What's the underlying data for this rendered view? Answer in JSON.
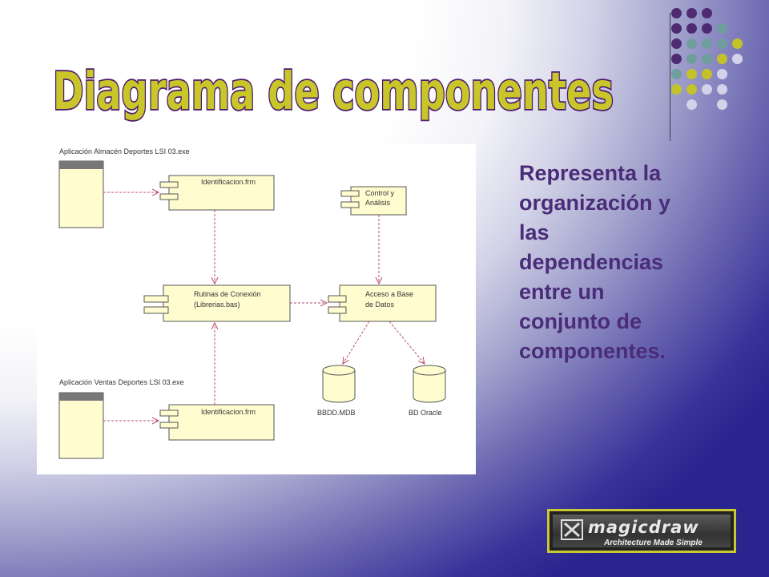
{
  "slide": {
    "title": "Diagrama de componentes",
    "description": "Representa la\norganización y\nlas\ndependencias\nentre un\nconjunto de\ncomponentes."
  },
  "colors": {
    "title_fill": "#c9c62a",
    "title_outline": "#4a1a6e",
    "text": "#4a2c78",
    "dot_purple": "#4e2a72",
    "dot_teal": "#6f9e9c",
    "dot_olive": "#c4c22a",
    "dot_lavender": "#d4d2ea",
    "component_fill": "#fffdd0",
    "arrow": "#b84b6a"
  },
  "dot_pattern": [
    [
      "purple",
      "purple",
      "purple",
      null,
      null
    ],
    [
      "purple",
      "purple",
      "purple",
      "teal",
      null
    ],
    [
      "purple",
      "teal",
      "teal",
      "teal",
      "olive"
    ],
    [
      "purple",
      "teal",
      "teal",
      "olive",
      "lavender"
    ],
    [
      "teal",
      "olive",
      "olive",
      "lavender",
      null
    ],
    [
      "olive",
      "olive",
      "lavender",
      "lavender",
      null
    ],
    [
      null,
      "lavender",
      null,
      "lavender",
      null
    ]
  ],
  "diagram": {
    "app_top_label": "Aplicación Almacén Deportes LSI 03.exe",
    "app_bottom_label": "Aplicación Ventas Deportes LSI 03.exe",
    "comp_ident_top": "Identificacion.frm",
    "comp_ident_bottom": "Identificacion.frm",
    "comp_control_l1": "Control y",
    "comp_control_l2": "Análisis",
    "comp_rutinas_l1": "Rutinas de Conexión",
    "comp_rutinas_l2": "(Librerias.bas)",
    "comp_acceso_l1": "Acceso a Base",
    "comp_acceso_l2": "de Datos",
    "db_mdb": "BBDD.MDB",
    "db_oracle": "BD Oracle"
  },
  "logo": {
    "word": "magicdraw",
    "tagline": "Architecture Made Simple"
  }
}
